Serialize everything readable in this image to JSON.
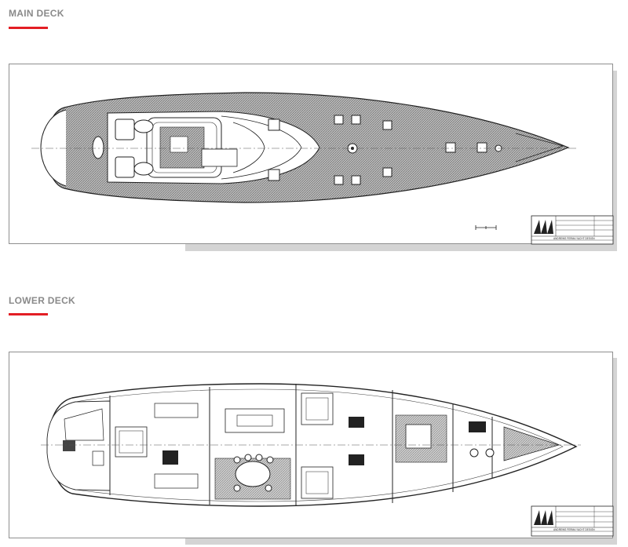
{
  "sections": {
    "main_deck": {
      "title": "MAIN DECK"
    },
    "lower_deck": {
      "title": "LOWER DECK"
    }
  },
  "colors": {
    "accent": "#e31e24",
    "heading": "#8a8a8a",
    "line": "#333333",
    "deck_hatch": "#8c8c8c",
    "shadow": "#d4d4d4"
  },
  "title_block": {
    "logo": "studio-logo",
    "firm_line": "ANDREWS FERMA YACHT DESIGN"
  }
}
